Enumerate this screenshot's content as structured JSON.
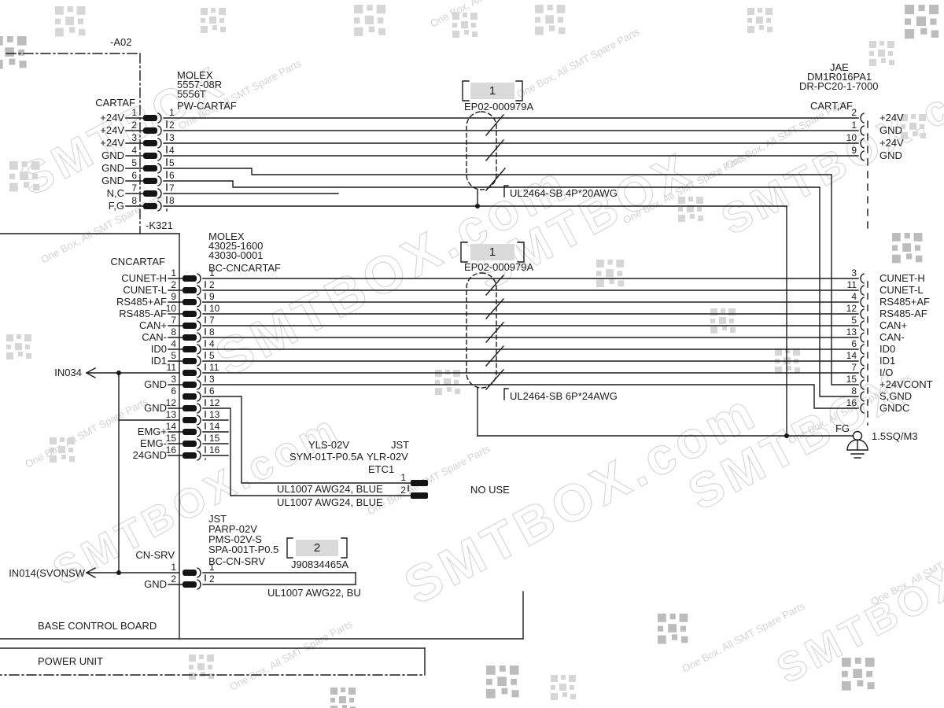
{
  "frames": {
    "a02": "-A02",
    "k321": "-K321",
    "board": "BASE CONTROL BOARD",
    "power": "POWER UNIT"
  },
  "cartaf": {
    "title": "CARTAF",
    "maker1": "MOLEX",
    "maker2": "5557-08R",
    "maker3": "5556T",
    "harness": "PW-CARTAF",
    "pins": [
      {
        "n": "1",
        "w": "1",
        "label": "+24V"
      },
      {
        "n": "2",
        "w": "2",
        "label": "+24V"
      },
      {
        "n": "3",
        "w": "3",
        "label": "+24V"
      },
      {
        "n": "4",
        "w": "4",
        "label": "GND"
      },
      {
        "n": "5",
        "w": "5",
        "label": "GND"
      },
      {
        "n": "6",
        "w": "6",
        "label": "GND"
      },
      {
        "n": "7",
        "w": "7",
        "label": "N,C"
      },
      {
        "n": "8",
        "w": "8",
        "label": "F,G"
      }
    ]
  },
  "cable1": {
    "ref": "1",
    "pn": "EP02-000979A",
    "spec": "UL2464-SB 4P*20AWG"
  },
  "cartaf_r": {
    "maker1": "JAE",
    "maker2": "DM1R016PA1",
    "maker3": "DR-PC20-1-7000",
    "title": "CART,AF",
    "pins": [
      {
        "n": "2",
        "label": "+24V"
      },
      {
        "n": "1",
        "label": "GND"
      },
      {
        "n": "10",
        "label": "+24V"
      },
      {
        "n": "9",
        "label": "GND"
      }
    ]
  },
  "cncartaf": {
    "title": "CNCARTAF",
    "maker1": "MOLEX",
    "maker2": "43025-1600",
    "maker3": "43030-0001",
    "harness": "BC-CNCARTAF",
    "pins": [
      {
        "n": "1",
        "w": "1",
        "label": "CUNET-H"
      },
      {
        "n": "2",
        "w": "2",
        "label": "CUNET-L"
      },
      {
        "n": "9",
        "w": "9",
        "label": "RS485+AF"
      },
      {
        "n": "10",
        "w": "10",
        "label": "RS485-AF"
      },
      {
        "n": "7",
        "w": "7",
        "label": "CAN+"
      },
      {
        "n": "8",
        "w": "8",
        "label": "CAN-"
      },
      {
        "n": "4",
        "w": "4",
        "label": "ID0"
      },
      {
        "n": "5",
        "w": "5",
        "label": "ID1"
      },
      {
        "n": "11",
        "w": "11",
        "label": ""
      },
      {
        "n": "3",
        "w": "3",
        "label": "GND"
      },
      {
        "n": "6",
        "w": "6",
        "label": ""
      },
      {
        "n": "12",
        "w": "12",
        "label": "GND"
      },
      {
        "n": "13",
        "w": "13",
        "label": ""
      },
      {
        "n": "14",
        "w": "14",
        "label": "EMG+"
      },
      {
        "n": "15",
        "w": "15",
        "label": "EMG-"
      },
      {
        "n": "16",
        "w": "16",
        "label": "24GND"
      }
    ]
  },
  "cable2": {
    "ref": "1",
    "pn": "EP02-000979A",
    "spec": "UL2464-SB 6P*24AWG"
  },
  "conn_r2": {
    "pins": [
      {
        "n": "3",
        "label": "CUNET-H"
      },
      {
        "n": "11",
        "label": "CUNET-L"
      },
      {
        "n": "4",
        "label": "RS485+AF"
      },
      {
        "n": "12",
        "label": "RS485-AF"
      },
      {
        "n": "5",
        "label": "CAN+"
      },
      {
        "n": "13",
        "label": "CAN-"
      },
      {
        "n": "6",
        "label": "ID0"
      },
      {
        "n": "14",
        "label": "ID1"
      },
      {
        "n": "7",
        "label": "I/O"
      },
      {
        "n": "15",
        "label": "+24VCONT"
      },
      {
        "n": "8",
        "label": "S,GND"
      },
      {
        "n": "16",
        "label": "GNDC"
      }
    ]
  },
  "fg": {
    "label": "FG",
    "spec": "1.5SQ/M3"
  },
  "etc1": {
    "t1": "YLS-02V",
    "t2": "JST",
    "t3": "SYM-01T-P0.5A",
    "t4": "YLR-02V",
    "name": "ETC1",
    "p1": "1",
    "p2": "2",
    "wire1": "UL1007 AWG24, BLUE",
    "wire2": "UL1007 AWG24, BLUE",
    "note": "NO USE"
  },
  "cnsrv": {
    "m1": "JST",
    "m2": "PARP-02V",
    "m3": "PMS-02V-S",
    "m4": "SPA-001T-P0.5",
    "harness": "BC-CN-SRV",
    "name": "CN-SRV",
    "ref": "2",
    "refpn": "J90834465A",
    "wire": "UL1007 AWG22, BU",
    "p1n": "1",
    "p1w": "1",
    "p2n": "2",
    "p2w": "2",
    "gnd": "GND"
  },
  "signals": {
    "in034": "IN034",
    "in014": "IN014(SVONSW"
  },
  "watermark": {
    "site": "SMTBOX.com",
    "brand": "SMTBOX",
    "tagline": "One Box, All SMT Spare Parts"
  }
}
